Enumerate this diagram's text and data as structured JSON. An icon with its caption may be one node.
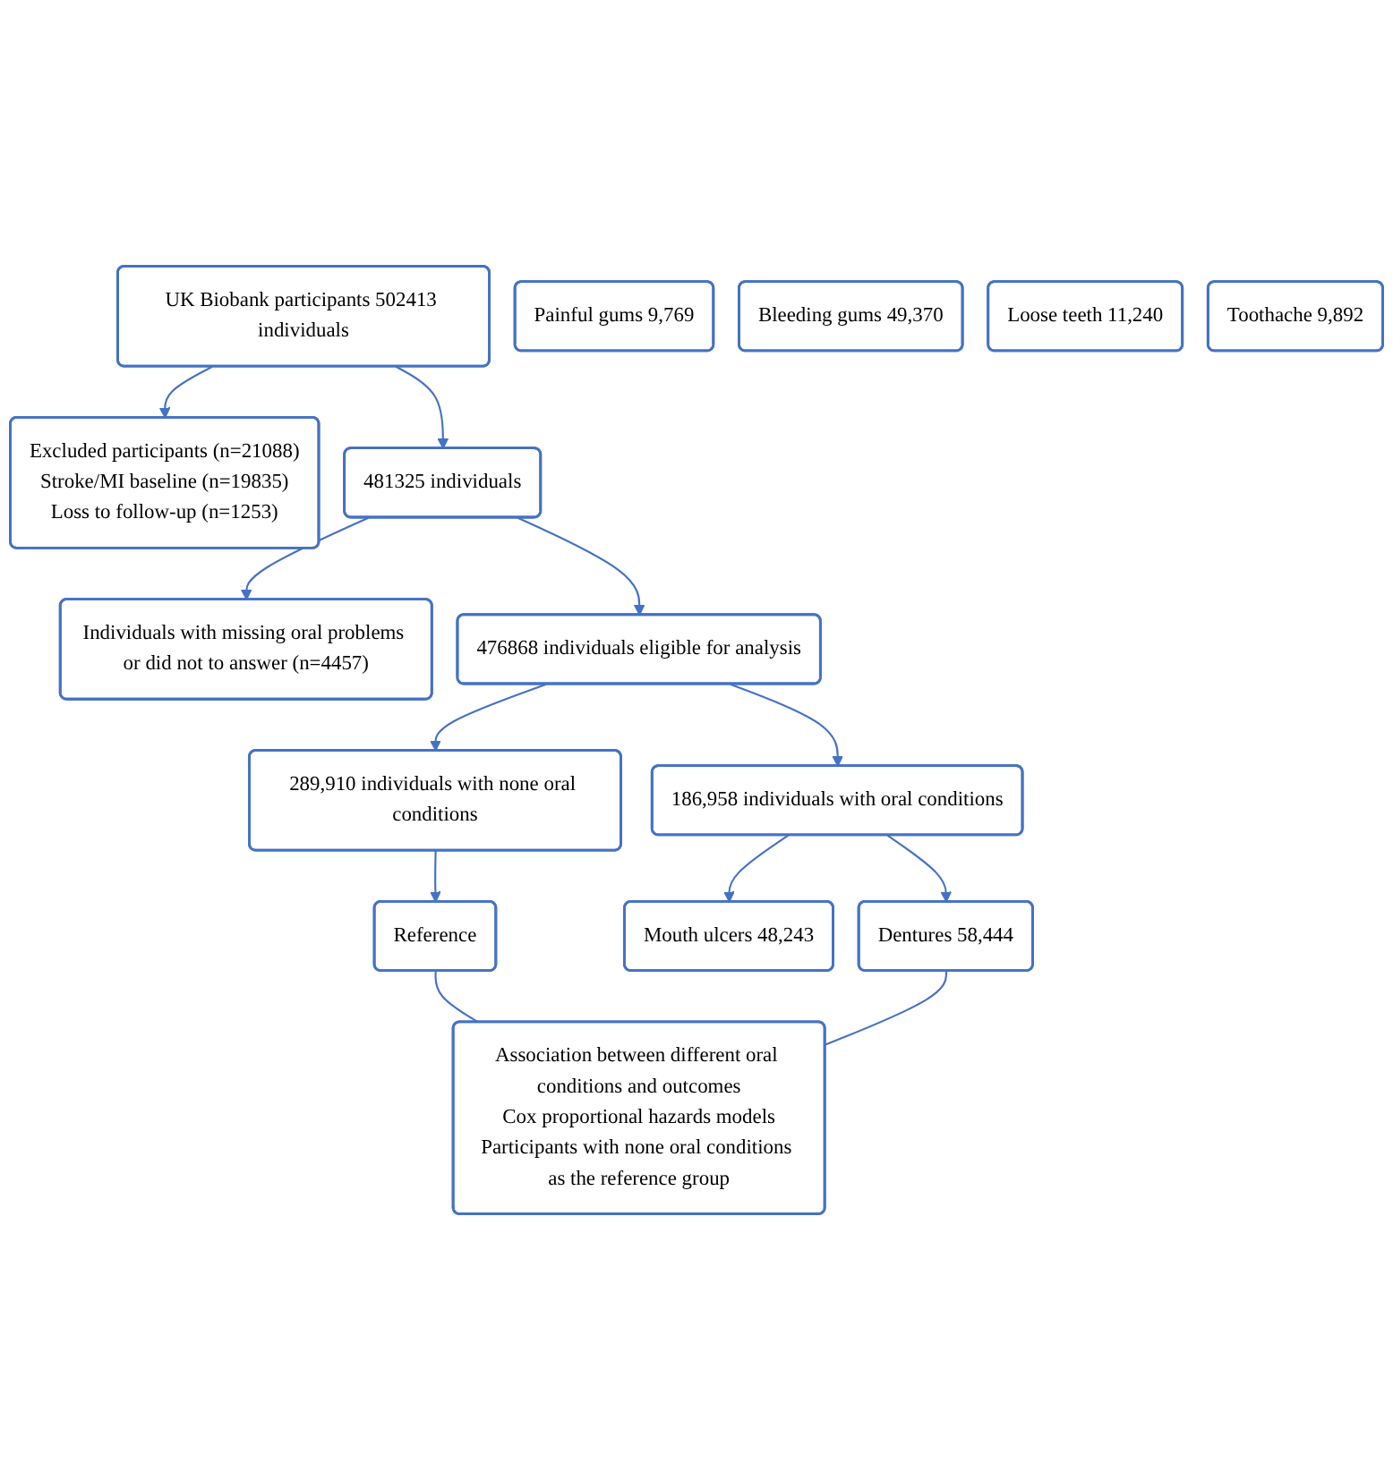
{
  "diagram": {
    "nodes": [
      {
        "text": [
          "UK Biobank participants 502413 individuals"
        ]
      },
      {
        "text": [
          "Excluded participants (n=21088)",
          "Stroke/MI baseline (n=19835)",
          "Loss to follow-up (n=1253)"
        ]
      },
      {
        "text": [
          "481325 individuals"
        ]
      },
      {
        "text": [
          "Individuals with missing oral problems or did not to answer (n=4457)"
        ]
      },
      {
        "text": [
          "476868 individuals eligible for analysis"
        ]
      },
      {
        "text": [
          "289,910 individuals with none oral conditions"
        ]
      },
      {
        "text": [
          "186,958 individuals with oral conditions"
        ]
      },
      {
        "text": [
          "Reference"
        ]
      },
      {
        "text": [
          "Mouth ulcers 48,243"
        ]
      },
      {
        "text": [
          "Painful gums 9,769"
        ]
      },
      {
        "text": [
          "Bleeding gums 49,370"
        ]
      },
      {
        "text": [
          "Loose teeth 11,240"
        ]
      },
      {
        "text": [
          "Toothache 9,892"
        ]
      },
      {
        "text": [
          "Dentures 58,444"
        ]
      },
      {
        "text": [
          "Association between different oral conditions and outcomes",
          "Cox proportional hazards models",
          "Participants with none oral conditions as the reference group"
        ]
      }
    ],
    "edges": [
      {
        "from": 0,
        "to": 2,
        "arrow": "to"
      },
      {
        "from": 0,
        "to": 1,
        "arrow": "to"
      },
      {
        "from": 2,
        "to": 4,
        "arrow": "to"
      },
      {
        "from": 2,
        "to": 3,
        "arrow": "to"
      },
      {
        "from": 4,
        "to": 5,
        "arrow": "to"
      },
      {
        "from": 4,
        "to": 6,
        "arrow": "to"
      },
      {
        "from": 5,
        "to": 7,
        "arrow": "to"
      },
      {
        "from": 6,
        "to": 8,
        "arrow": "to"
      },
      {
        "from": 6,
        "to": 13,
        "arrow": "to"
      },
      {
        "from": 7,
        "to": 14,
        "arrow": "none"
      },
      {
        "from": 13,
        "to": 14,
        "arrow": "none"
      }
    ]
  }
}
